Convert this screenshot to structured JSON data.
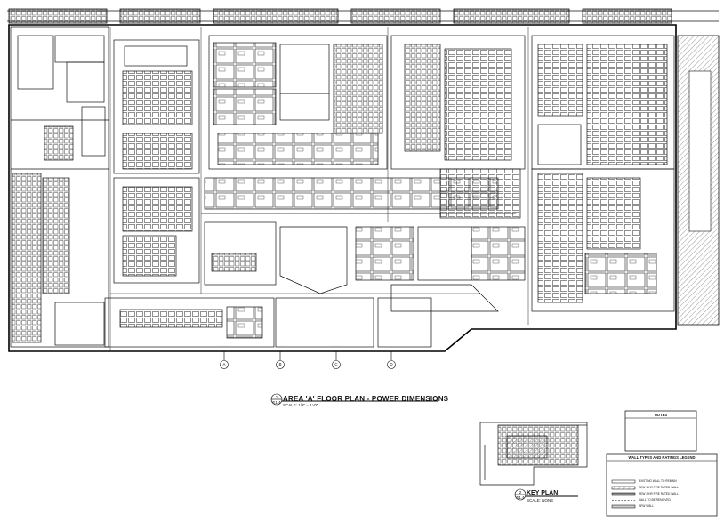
{
  "drawing": {
    "plan_title": "AREA 'A' FLOOR PLAN - POWER DIMENSIONS",
    "plan_scale": "SCALE: 1/8\" = 1'-0\"",
    "plan_ref": "1",
    "plan_sheet": "E1.4",
    "key_plan_title": "KEY PLAN",
    "key_plan_scale": "SCALE: NONE",
    "key_plan_ref": "2",
    "key_plan_sheet": "E1.4"
  },
  "notes_box": {
    "heading": "NOTES"
  },
  "legend_box": {
    "heading": "WALL TYPES AND RATINGS LEGEND",
    "rows": [
      "EXISTING WALL TO REMAIN",
      "NEW 1-HR FIRE RATED WALL",
      "NEW 2-HR FIRE RATED WALL",
      "WALL TO BE REMOVED",
      "NEW WALL"
    ]
  },
  "grid_bubbles": [
    "A",
    "B",
    "C",
    "D"
  ]
}
